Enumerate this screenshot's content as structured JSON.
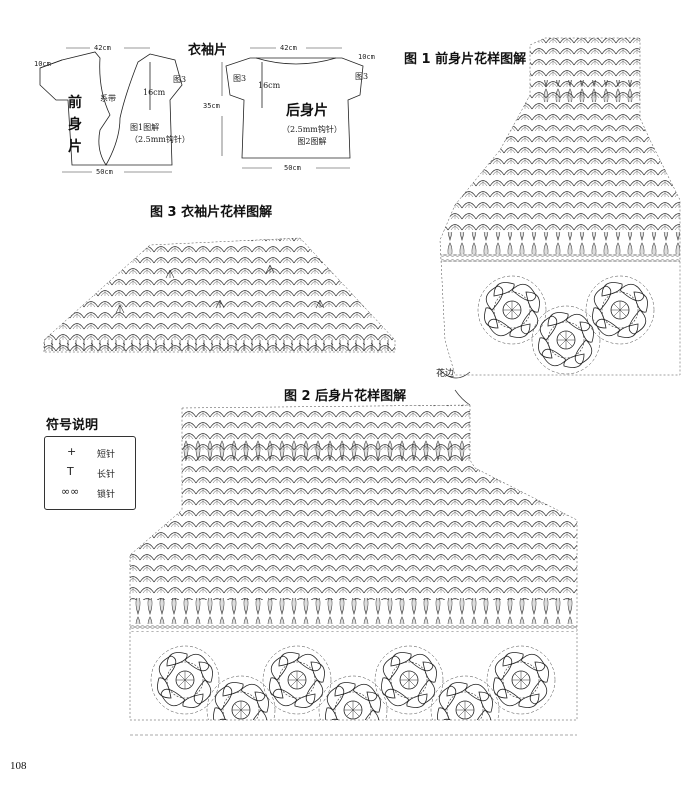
{
  "page": {
    "page_number": "108"
  },
  "overview": {
    "title": "衣袖片",
    "front": {
      "label_lines": [
        "前",
        "身",
        "片"
      ],
      "width_top": "42cm",
      "width_bottom": "50cm",
      "sleeve_width": "10cm",
      "tie_label": "系带",
      "neck_depth": "16cm",
      "fig_ref": "图3",
      "caption_lines": [
        "图1图解",
        "（2.5mm钩针）"
      ]
    },
    "back": {
      "label": "后身片",
      "width_top": "42cm",
      "width_bottom": "50cm",
      "sleeve_width": "10cm",
      "height": "35cm",
      "neck_depth": "16cm",
      "fig_ref_left": "图3",
      "fig_ref_right": "图3",
      "caption_lines": [
        "（2.5mm钩针）",
        "图2图解"
      ]
    }
  },
  "figures": {
    "fig1_title": "图 1 前身片花样图解",
    "fig2_title": "图 2 后身片花样图解",
    "fig3_title": "图 3 衣袖片花样图解",
    "edge_label": "花边"
  },
  "legend": {
    "title": "符号说明",
    "items": [
      {
        "symbol": "+",
        "label": "短针"
      },
      {
        "symbol": "T",
        "label": "长针"
      },
      {
        "symbol": "∞∞",
        "label": "锁针"
      }
    ]
  }
}
